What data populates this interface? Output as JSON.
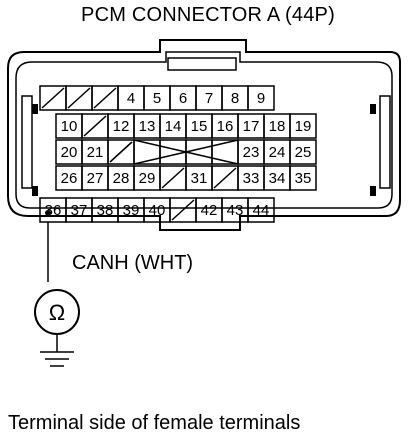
{
  "title": "PCM CONNECTOR A (44P)",
  "signal_label": "CANH (WHT)",
  "meter_symbol": "Ω",
  "footer": "Terminal side of female terminals",
  "rows": [
    [
      "",
      "",
      "",
      "4",
      "5",
      "6",
      "7",
      "8",
      "9"
    ],
    [
      "10",
      "",
      "12",
      "13",
      "14",
      "15",
      "16",
      "17",
      "18",
      "19"
    ],
    [
      "20",
      "21",
      "",
      "",
      "",
      "",
      "",
      "23",
      "24",
      "25"
    ],
    [
      "26",
      "27",
      "28",
      "29",
      "",
      "31",
      "",
      "33",
      "34",
      "35"
    ],
    [
      "36",
      "37",
      "38",
      "39",
      "40",
      "",
      "42",
      "43",
      "44"
    ]
  ],
  "highlighted_pin": "36"
}
